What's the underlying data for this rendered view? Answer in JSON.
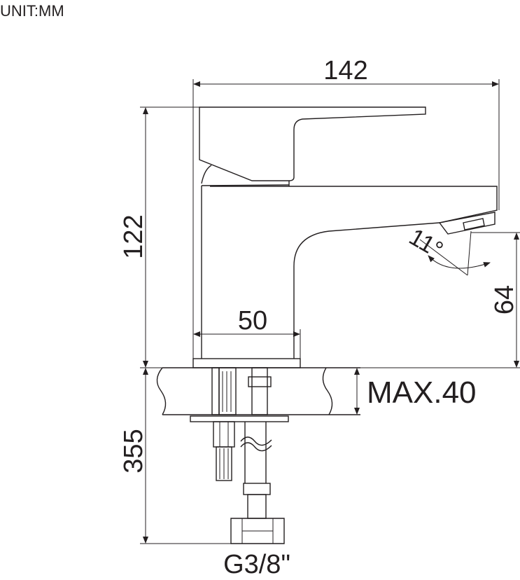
{
  "unit_label": "UNIT:MM",
  "dimensions": {
    "width_total": "142",
    "height_total": "122",
    "base_width": "50",
    "spout_height": "64",
    "deck_thickness": "MAX.40",
    "hose_length": "355",
    "spout_angle": "11°"
  },
  "connection_label": "G3/8\"",
  "colors": {
    "stroke": "#231f20",
    "background": "#ffffff"
  }
}
